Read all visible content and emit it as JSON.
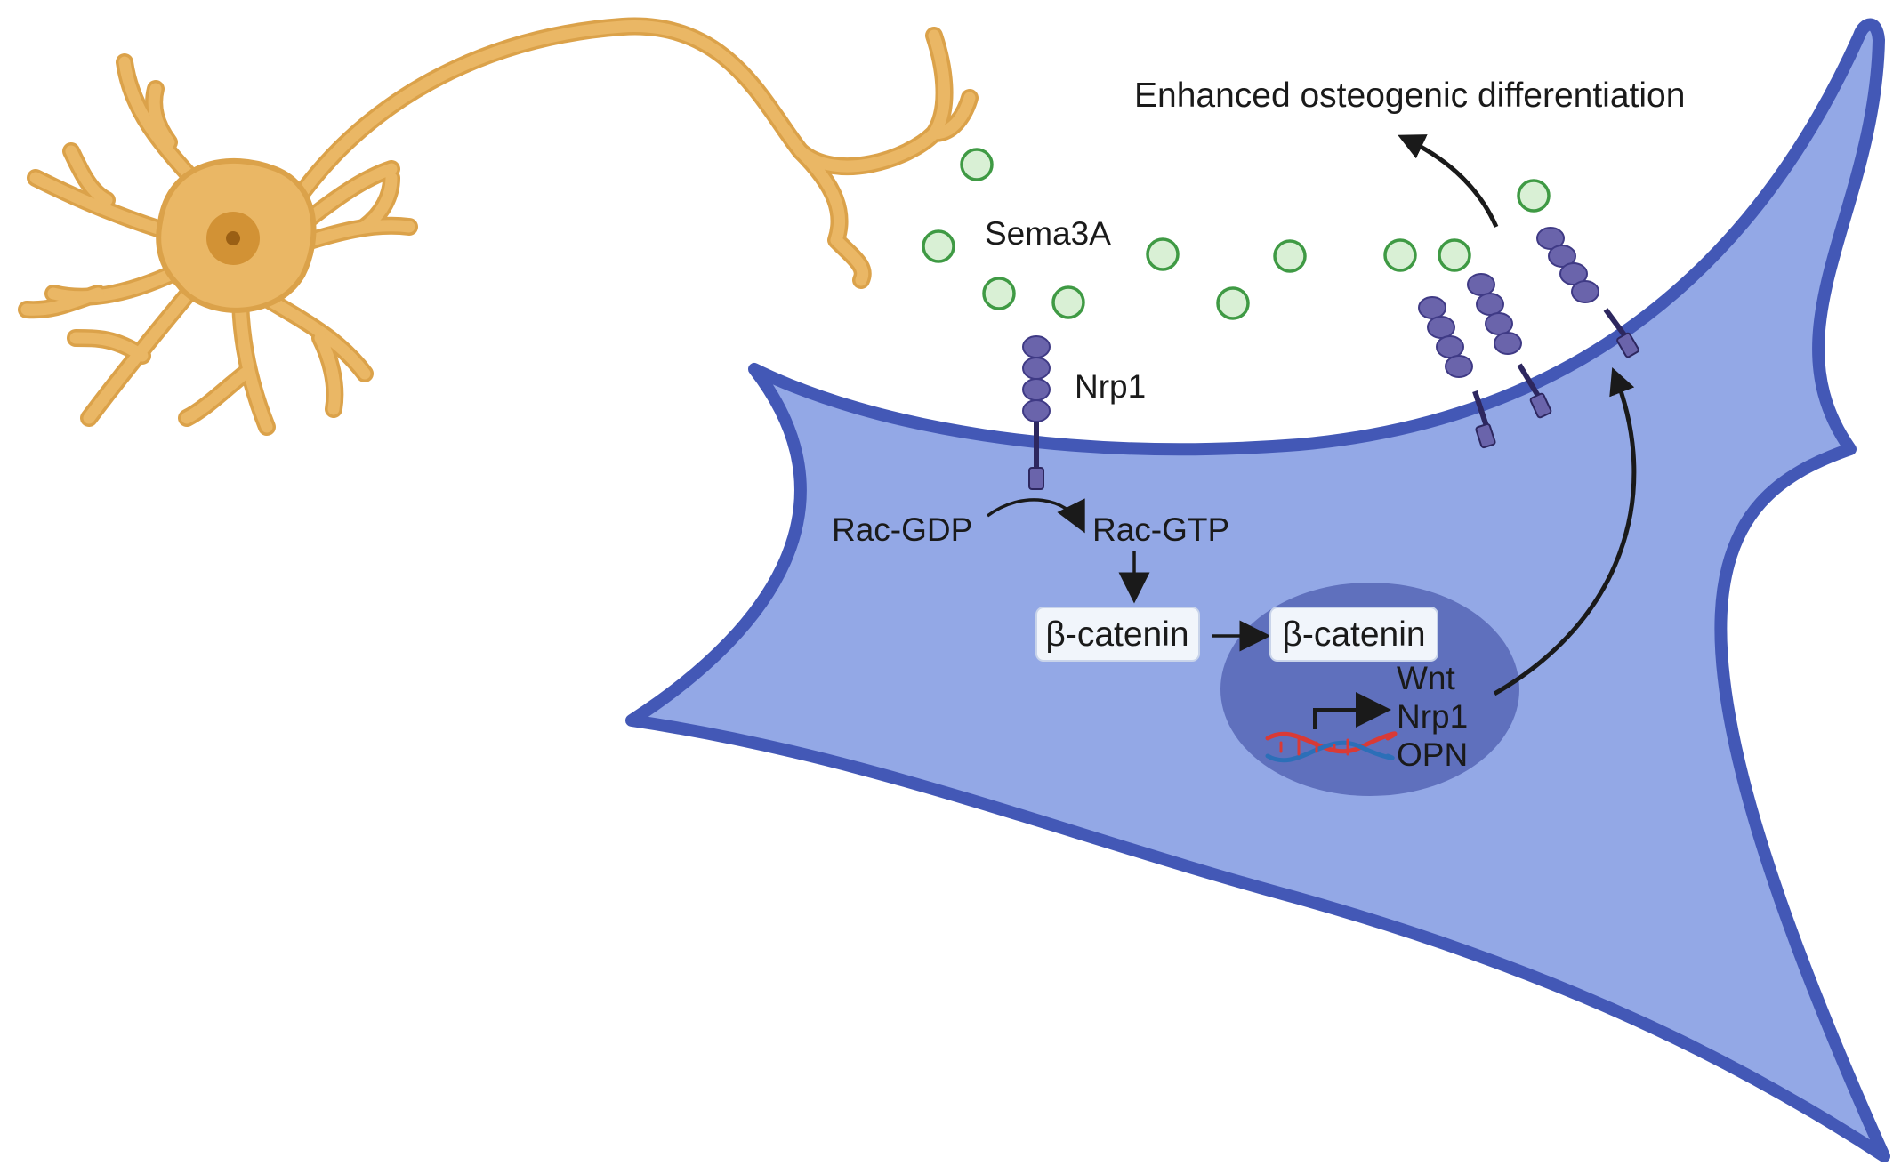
{
  "diagram": {
    "outcome_label": "Enhanced osteogenic differentiation",
    "ligand_label": "Sema3A",
    "receptor_label": "Nrp1",
    "rac_gdp_label": "Rac-GDP",
    "rac_gtp_label": "Rac-GTP",
    "beta_catenin_cytoplasm_label": "β-catenin",
    "beta_catenin_nucleus_label": "β-catenin",
    "target_genes": [
      "Wnt",
      "Nrp1",
      "OPN"
    ]
  },
  "colors": {
    "neuron": "#eab765",
    "neuron_outline": "#dba24a",
    "neuron_nucleus": "#d29235",
    "cell_fill": "#93a8e6",
    "cell_outline": "#4358b6",
    "nucleus_fill": "#5f70bd",
    "sema3a_fill": "#d9f0d5",
    "sema3a_stroke": "#3f9a44",
    "receptor_bead": "#6a64ab",
    "receptor_stalk": "#2d275f",
    "arrow": "#1a1a1a",
    "dna_red": "#d93a36",
    "dna_blue": "#2c6fb8"
  },
  "icons": [
    "neuron-icon",
    "sema3a-molecule-icon",
    "nrp1-receptor-icon",
    "dna-icon"
  ]
}
